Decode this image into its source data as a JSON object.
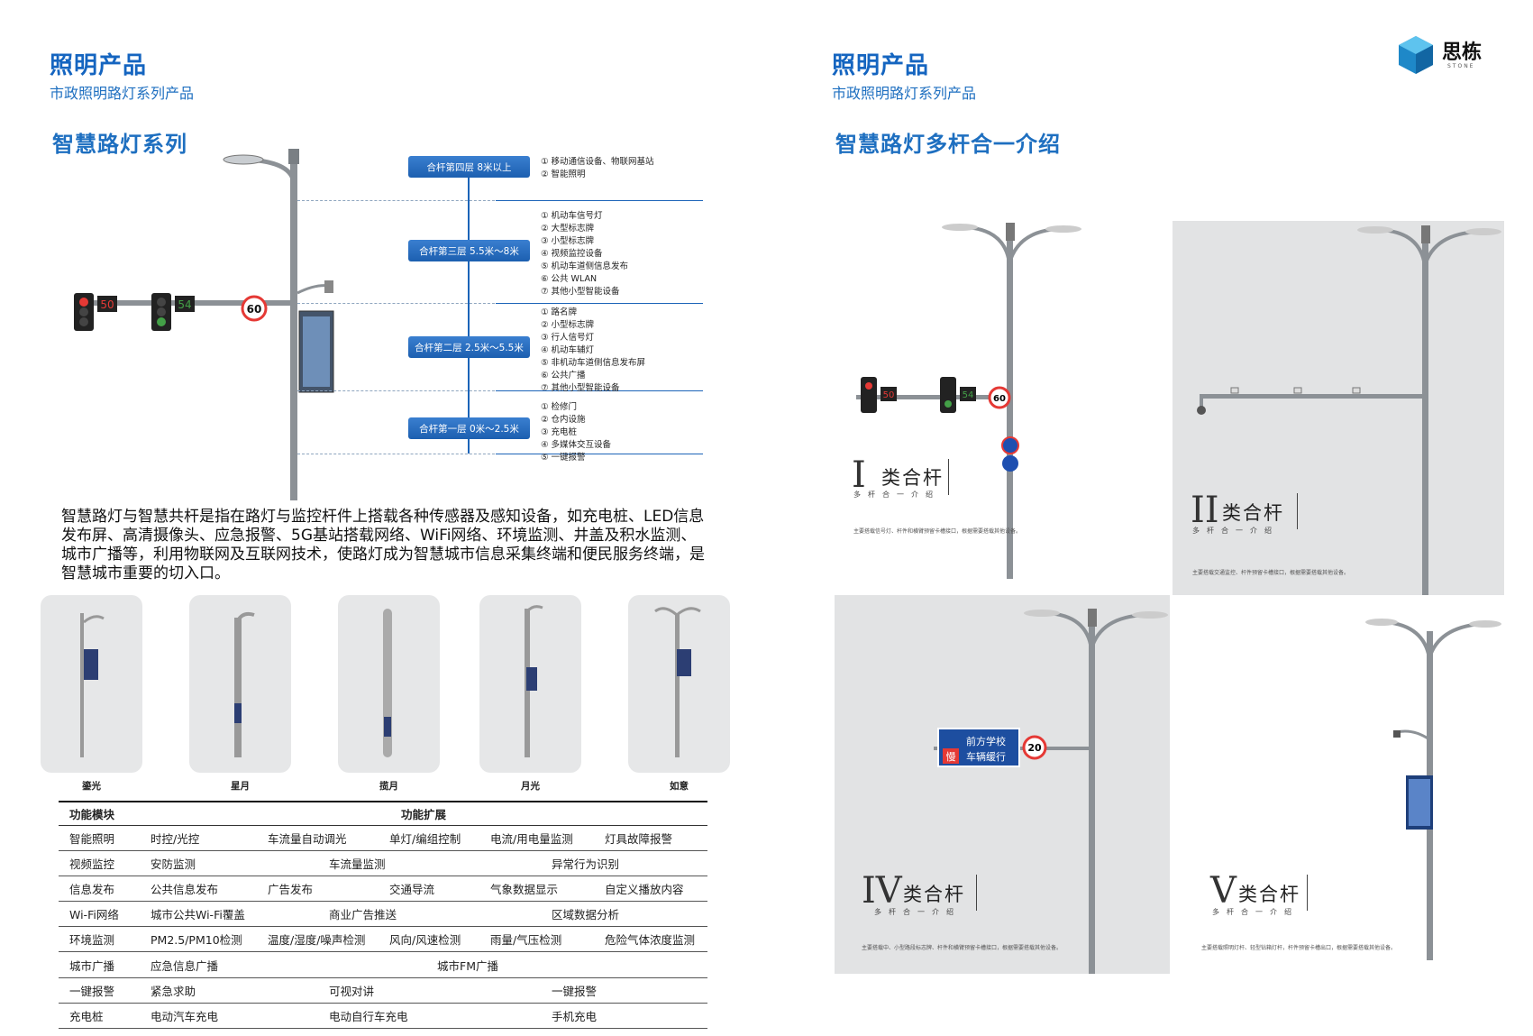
{
  "left_page": {
    "title": "照明产品",
    "subtitle": "市政照明路灯系列产品",
    "section_title": "智慧路灯系列",
    "layers": [
      {
        "tag": "合杆第四层 8米以上",
        "items": [
          "① 移动通信设备、物联网基站",
          "② 智能照明"
        ]
      },
      {
        "tag": "合杆第三层 5.5米～8米",
        "items": [
          "① 机动车信号灯",
          "② 大型标志牌",
          "③ 小型标志牌",
          "④ 视频监控设备",
          "⑤ 机动车道侧信息发布",
          "⑥ 公共 WLAN",
          "⑦ 其他小型智能设备"
        ]
      },
      {
        "tag": "合杆第二层 2.5米～5.5米",
        "items": [
          "① 路名牌",
          "② 小型标志牌",
          "③ 行人信号灯",
          "④ 机动车辅灯",
          "⑤ 非机动车道侧信息发布屏",
          "⑥ 公共广播",
          "⑦ 其他小型智能设备"
        ]
      },
      {
        "tag": "合杆第一层 0米～2.5米",
        "items": [
          "① 检修门",
          "② 仓内设施",
          "③ 充电桩",
          "④ 多媒体交互设备",
          "⑤ 一键报警"
        ]
      }
    ],
    "signals": {
      "count_red": "50",
      "count_green": "54",
      "speed_limit": "60"
    },
    "description": "智慧路灯与智慧共杆是指在路灯与监控杆件上搭载各种传感器及感知设备，如充电桩、LED信息发布屏、高清摄像头、应急报警、5G基站搭载网络、WiFi网络、环境监测、井盖及积水监测、城市广播等，利用物联网及互联网技术，使路灯成为智慧城市信息采集终端和便民服务终端，是智慧城市重要的切入口。",
    "products": [
      "鎏光",
      "星月",
      "揽月",
      "月光",
      "如意"
    ],
    "table": {
      "headers": [
        "功能模块",
        "功能扩展"
      ],
      "rows": [
        [
          "智能照明",
          "时控/光控",
          "车流量自动调光",
          "单灯/编组控制",
          "电流/用电量监测",
          "灯具故障报警"
        ],
        [
          "视频监控",
          "安防监测",
          "",
          "车流量监测",
          "",
          "异常行为识别"
        ],
        [
          "信息发布",
          "公共信息发布",
          "广告发布",
          "交通导流",
          "气象数据显示",
          "自定义播放内容"
        ],
        [
          "Wi-Fi网络",
          "城市公共Wi-Fi覆盖",
          "",
          "商业广告推送",
          "",
          "区域数据分析"
        ],
        [
          "环境监测",
          "PM2.5/PM10检测",
          "温度/湿度/噪声检测",
          "风向/风速检测",
          "雨量/气压检测",
          "危险气体浓度监测"
        ],
        [
          "城市广播",
          "应急信息广播",
          "",
          "",
          "城市FM广播",
          ""
        ],
        [
          "一键报警",
          "紧急求助",
          "",
          "可视对讲",
          "",
          "一键报警"
        ],
        [
          "充电桩",
          "电动汽车充电",
          "",
          "电动自行车充电",
          "",
          "手机充电"
        ]
      ]
    }
  },
  "right_page": {
    "title": "照明产品",
    "subtitle": "市政照明路灯系列产品",
    "section_title": "智慧路灯多杆合一介绍",
    "logo": {
      "text": "思栋",
      "sub": "STONE"
    },
    "panels": [
      {
        "roman": "I",
        "type": "类合杆",
        "small": "多杆合一介绍",
        "note": "主要搭载信号灯、杆件和横臂预留卡槽接口，根据需要搭载其他设备。",
        "speed": "60",
        "count_red": "50",
        "count_green": "54"
      },
      {
        "roman": "II",
        "type": "类合杆",
        "small": "多杆合一介绍",
        "note": "主要搭载交通监控、杆件预留卡槽接口，根据需要搭载其他设备。"
      },
      {
        "roman": "IV",
        "type": "类合杆",
        "small": "多杆合一介绍",
        "note": "主要搭载中、小型路段标志牌、杆件和横臂预留卡槽接口，根据需要搭载其他设备。",
        "sign_line1": "前方学校",
        "sign_line2": "车辆缓行",
        "sign_slow": "慢",
        "speed": "20"
      },
      {
        "roman": "V",
        "type": "类合杆",
        "small": "多杆合一介绍",
        "note": "主要搭载照明灯杆、轻型钻箱灯杆，杆件预留卡槽出口，根据需要搭载其他设备。"
      }
    ]
  }
}
